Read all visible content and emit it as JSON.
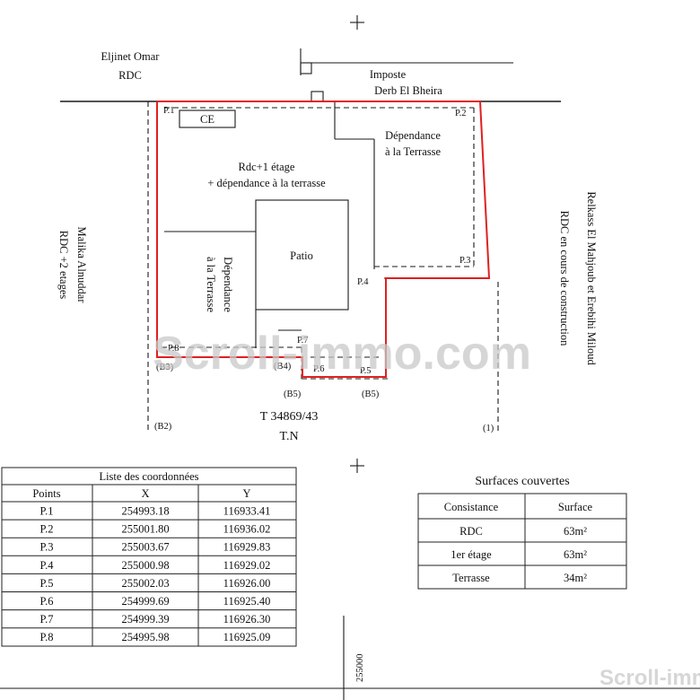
{
  "neighbors": {
    "top_left_name": "Eljinet Omar",
    "top_left_level": "RDC",
    "imposte_label": "Imposte",
    "street_name": "Derb El Bheira",
    "left_name": "Malika Alnuddar",
    "left_level": "RDC +2 etages",
    "right_name": "Relkass El Mahjoub et Erebihi Miloud",
    "right_level": "RDC en cours de construction"
  },
  "plan": {
    "ce_label": "CE",
    "main_line1": "Rdc+1 étage",
    "main_line2": "+ dépendance à la terrasse",
    "dep_top_line1": "Dépendance",
    "dep_top_line2": "à la Terrasse",
    "dep_left_line1": "Dépendance",
    "dep_left_line2": "à la Terrasse",
    "patio_label": "Patio",
    "title_ref": "T 34869/43",
    "north_label": "T.N",
    "grid_label": "255000",
    "boundary_color": "#e02020"
  },
  "points": {
    "p1": "P.1",
    "p2": "P.2",
    "p3": "P.3",
    "p4": "P.4",
    "p5": "P.5",
    "p6": "P.6",
    "p7": "P.7",
    "p8": "P.8",
    "b2": "(B2)",
    "b3": "(B3)",
    "b4": "(B4)",
    "b5a": "(B5)",
    "b5b": "(B5)",
    "one": "(1)"
  },
  "coords": {
    "title": "Liste des coordonnées",
    "headers": [
      "Points",
      "X",
      "Y"
    ],
    "rows": [
      [
        "P.1",
        "254993.18",
        "116933.41"
      ],
      [
        "P.2",
        "255001.80",
        "116936.02"
      ],
      [
        "P.3",
        "255003.67",
        "116929.83"
      ],
      [
        "P.4",
        "255000.98",
        "116929.02"
      ],
      [
        "P.5",
        "255002.03",
        "116926.00"
      ],
      [
        "P.6",
        "254999.69",
        "116925.40"
      ],
      [
        "P.7",
        "254999.39",
        "116926.30"
      ],
      [
        "P.8",
        "254995.98",
        "116925.09"
      ]
    ]
  },
  "surfaces": {
    "title": "Surfaces couvertes",
    "headers": [
      "Consistance",
      "Surface"
    ],
    "rows": [
      [
        "RDC",
        "63m²"
      ],
      [
        "1er étage",
        "63m²"
      ],
      [
        "Terrasse",
        "34m²"
      ]
    ]
  },
  "watermark": {
    "center": "Scroll-immo.com",
    "corner": "Scroll-imm"
  }
}
